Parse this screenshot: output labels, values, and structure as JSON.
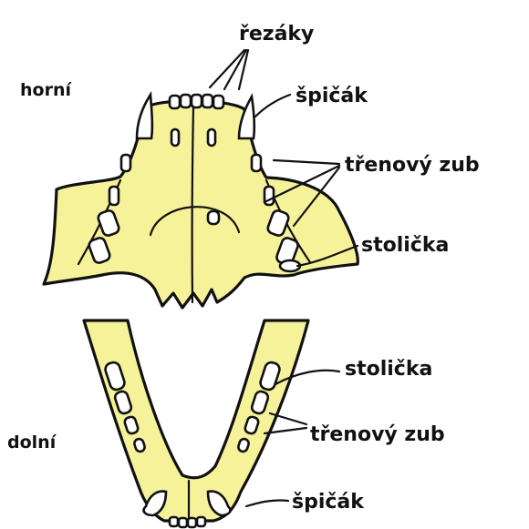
{
  "colors": {
    "bone": "#f6f29a",
    "ink": "#111111",
    "tooth": "#ffffff"
  },
  "labels": {
    "upper_jaw": "horní",
    "lower_jaw": "dolní",
    "incisors": "řezáky",
    "canine_upper": "špičák",
    "premolar_upper": "třenový zub",
    "molar_upper": "stolička",
    "molar_lower": "stolička",
    "premolar_lower": "třenový zub",
    "canine_lower": "špičák"
  }
}
